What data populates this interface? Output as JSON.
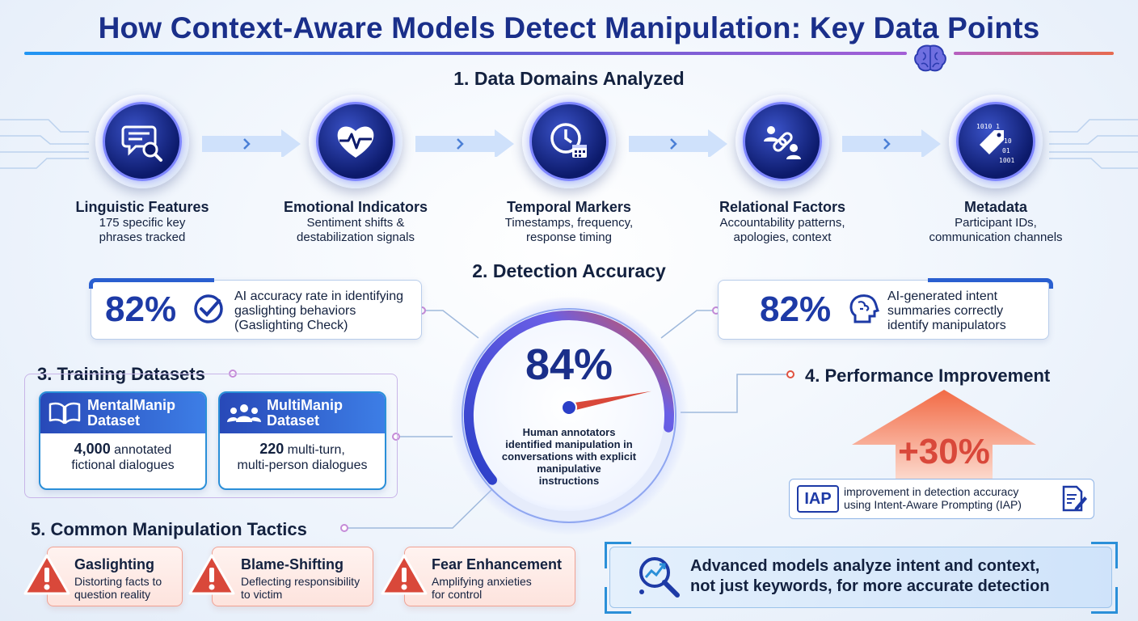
{
  "title": "How Context-Aware Models Detect Manipulation: Key Data Points",
  "section1": {
    "heading": "1. Data Domains Analyzed",
    "domains": [
      {
        "title": "Linguistic Features",
        "desc1": "175 specific key",
        "desc2": "phrases tracked",
        "icon": "chat-search-icon"
      },
      {
        "title": "Emotional Indicators",
        "desc1": "Sentiment shifts &",
        "desc2": "destabilization signals",
        "icon": "heart-pulse-icon"
      },
      {
        "title": "Temporal Markers",
        "desc1": "Timestamps, frequency,",
        "desc2": "response timing",
        "icon": "clock-calendar-icon"
      },
      {
        "title": "Relational Factors",
        "desc1": "Accountability patterns,",
        "desc2": "apologies, context",
        "icon": "people-link-icon"
      },
      {
        "title": "Metadata",
        "desc1": "Participant IDs,",
        "desc2": "communication channels",
        "icon": "binary-tag-icon"
      }
    ]
  },
  "section2": {
    "heading": "2. Detection Accuracy",
    "left_stat": {
      "value": "82%",
      "line1": "AI accuracy rate in identifying",
      "line2": "gaslighting behaviors",
      "line3": "(Gaslighting Check)"
    },
    "right_stat": {
      "value": "82%",
      "line1": "AI-generated intent",
      "line2": "summaries correctly",
      "line3": "identify manipulators"
    },
    "gauge": {
      "value": "84%",
      "level": 0.84,
      "line1": "Human annotators",
      "line2": "identified manipulation in",
      "line3": "conversations with explicit",
      "line4": "manipulative",
      "line5": "instructions"
    }
  },
  "section3": {
    "heading": "3. Training Datasets",
    "datasets": [
      {
        "name1": "MentalManip",
        "name2": "Dataset",
        "count": "4,000",
        "rest": " annotated",
        "line2": "fictional dialogues"
      },
      {
        "name1": "MultiManip",
        "name2": "Dataset",
        "count": "220",
        "rest": " multi-turn,",
        "line2": "multi-person dialogues"
      }
    ]
  },
  "section4": {
    "heading": "4. Performance Improvement",
    "value": "+30%",
    "badge": "IAP",
    "line1": "improvement in detection accuracy",
    "line2": "using Intent-Aware Prompting (IAP)"
  },
  "section5": {
    "heading": "5. Common Manipulation Tactics",
    "tactics": [
      {
        "title": "Gaslighting",
        "desc1": "Distorting facts to",
        "desc2": "question reality"
      },
      {
        "title": "Blame-Shifting",
        "desc1": "Deflecting responsibility",
        "desc2": "to victim"
      },
      {
        "title": "Fear Enhancement",
        "desc1": "Amplifying anxieties",
        "desc2": "for control"
      }
    ]
  },
  "footer": {
    "line1": "Advanced models analyze intent and context,",
    "line2": "not just keywords, for more accurate detection"
  },
  "colors": {
    "navy": "#1a2f8a",
    "accent_blue": "#2a8fd8",
    "warning_red": "#d9483a",
    "gauge_red": "#e0513f"
  }
}
